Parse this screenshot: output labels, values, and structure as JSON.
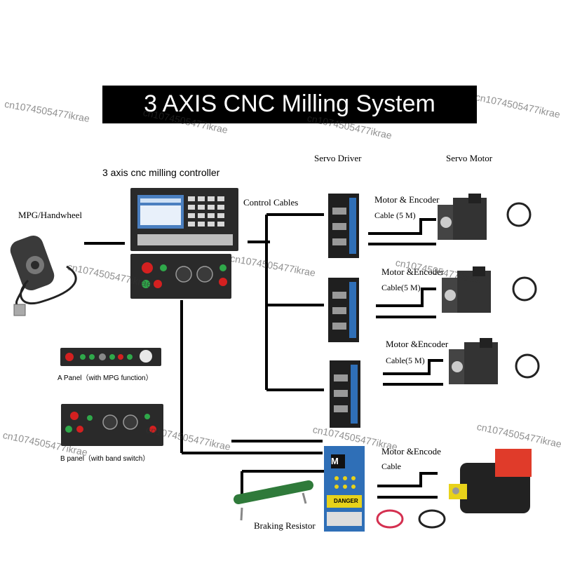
{
  "title": "3 AXIS CNC Milling System",
  "labels": {
    "controller": "3 axis cnc milling controller",
    "mpg": "MPG/Handwheel",
    "control_cables": "Control Cables",
    "servo_driver": "Servo Driver",
    "servo_motor": "Servo Motor",
    "a_panel": "A Panel（with MPG function）",
    "b_panel": "B panel（with band switch）",
    "braking_resistor": "Braking Resistor",
    "motor_encoder_1": "Motor & Encoder",
    "cable_1": "Cable (5 M)",
    "motor_encoder_2": "Motor &Encoder",
    "cable_2": "Cable(5 M)",
    "motor_encoder_3": "Motor &Encoder",
    "cable_3": "Cable(5 M)",
    "motor_encoder_4": "Motor &Encode",
    "cable_4": "Cable",
    "spindle_driver_badge": "M",
    "danger_label": "DANGER"
  },
  "watermark": "cn1074505477ikrae",
  "colors": {
    "title_bg": "#000000",
    "title_fg": "#ffffff",
    "line": "#000000",
    "panel_dark": "#2a2a2a",
    "screen_blue": "#4a7fc0",
    "estop_red": "#d42020",
    "button_green": "#2fa84a",
    "driver_blue": "#2f6fb7",
    "spindle_red": "#e03b2a",
    "spindle_yellow": "#e8d21a"
  }
}
